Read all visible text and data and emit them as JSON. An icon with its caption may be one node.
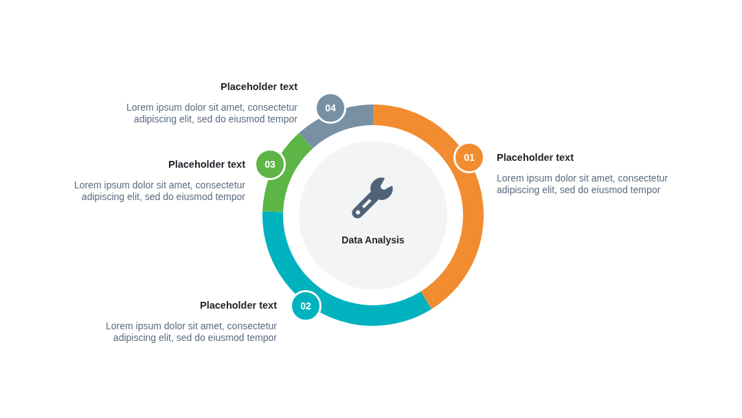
{
  "diagram": {
    "nodes": [
      {
        "text": [
          "Data Analysis"
        ]
      },
      {
        "text": [
          "01"
        ]
      },
      {
        "text": [
          "02"
        ]
      },
      {
        "text": [
          "03"
        ]
      },
      {
        "text": [
          "04"
        ]
      },
      {
        "text": [],
        "shape": "arc"
      },
      {
        "text": [],
        "shape": "arc"
      },
      {
        "text": [],
        "shape": "arc"
      },
      {
        "text": [],
        "shape": "arc"
      }
    ],
    "labels": [
      "Placeholder text",
      "Lorem ipsum dolor sit amet, consectetur adipiscing elit, sed do eiusmod tempor",
      "Placeholder text",
      "Lorem ipsum dolor sit amet, consectetur adipiscing elit, sed do eiusmod tempor",
      "Placeholder text",
      "Lorem ipsum dolor sit amet, consectetur adipiscing elit, sed do eiusmod tempor",
      "Placeholder text",
      "Lorem ipsum dolor sit amet, consectetur adipiscing elit, sed do eiusmod tempor"
    ]
  }
}
